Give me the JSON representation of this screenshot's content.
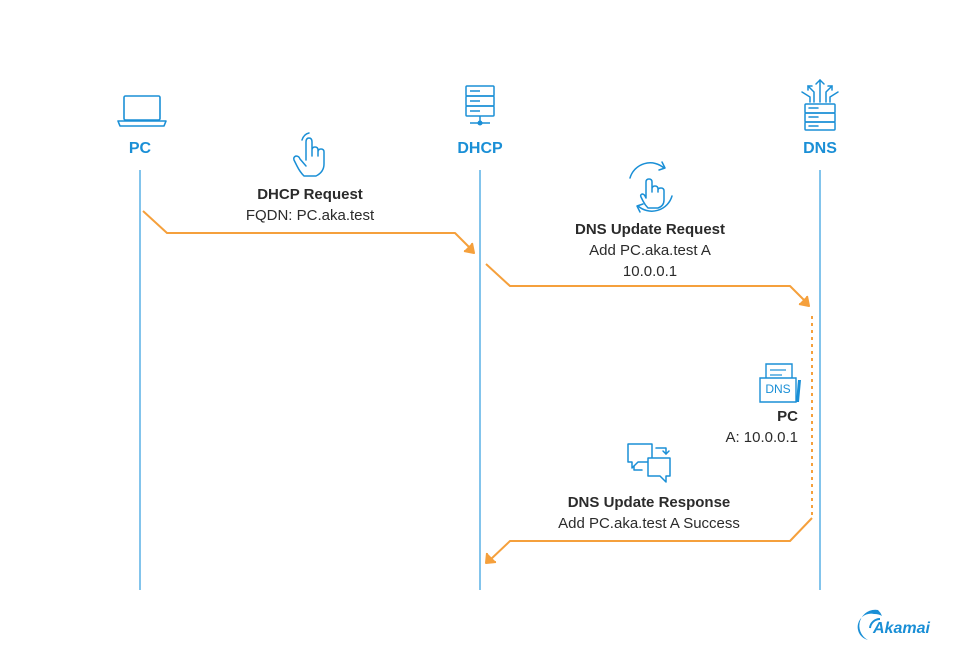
{
  "actors": {
    "pc": "PC",
    "dhcp": "DHCP",
    "dns": "DNS"
  },
  "messages": {
    "dhcp_request": {
      "title": "DHCP Request",
      "detail": "FQDN: PC.aka.test"
    },
    "dns_update_request": {
      "title": "DNS Update Request",
      "detail_1": "Add PC.aka.test A",
      "detail_2": "10.0.0.1"
    },
    "dns_update_response": {
      "title": "DNS Update Response",
      "detail": "Add PC.aka.test A Success"
    }
  },
  "dns_record": {
    "badge": "DNS",
    "name": "PC",
    "value": "A: 10.0.0.1"
  },
  "logo": {
    "text": "Akamai"
  },
  "colors": {
    "accent_blue": "#1a8fd6",
    "arrow_orange": "#f5a03c",
    "text": "#2b2b2b"
  },
  "icons": {
    "pc": "laptop-icon",
    "dhcp": "server-icon",
    "dns": "dns-server-icon",
    "request": "touch-hand-icon",
    "update": "refresh-hand-icon",
    "record": "dns-record-icon",
    "response": "chat-exchange-icon"
  }
}
